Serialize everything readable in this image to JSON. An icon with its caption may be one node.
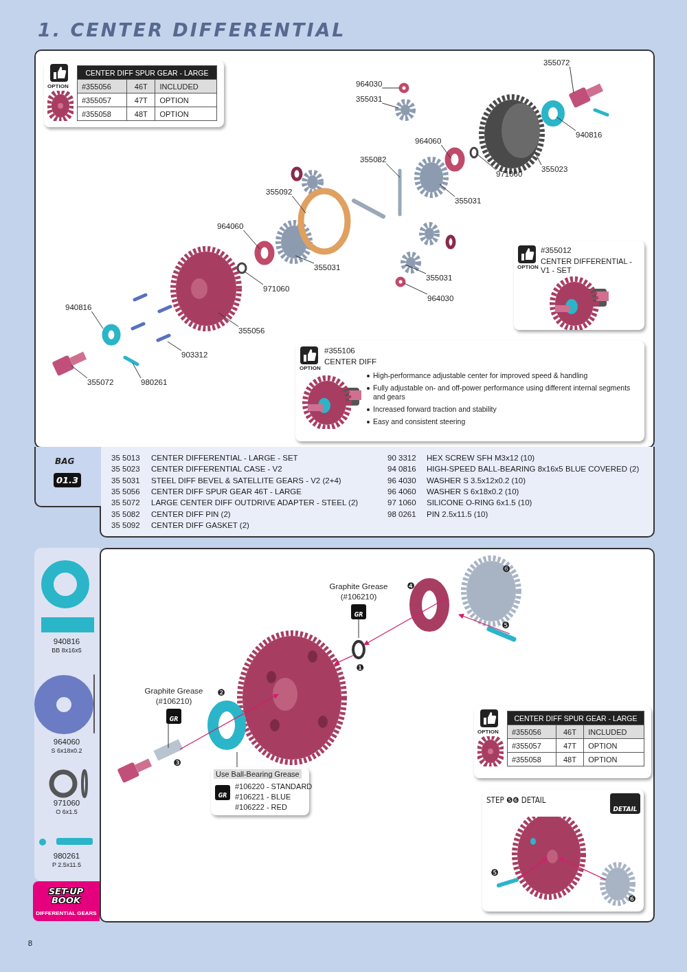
{
  "diagram": {
    "title": "1. CENTER DIFFERENTIAL",
    "nodes": [
      {
        "text": [
          "OPTION",
          "CENTER DIFF SPUR GEAR - LARGE",
          "#355056",
          "46T",
          "INCLUDED",
          "#355057",
          "47T",
          "OPTION",
          "#355058",
          "48T",
          "OPTION"
        ]
      },
      {
        "text": [
          "355072"
        ]
      },
      {
        "text": [
          "964030"
        ]
      },
      {
        "text": [
          "355031"
        ]
      },
      {
        "text": [
          "964060"
        ]
      },
      {
        "text": [
          "355082"
        ]
      },
      {
        "text": [
          "971060"
        ]
      },
      {
        "text": [
          "355023"
        ]
      },
      {
        "text": [
          "940816"
        ]
      },
      {
        "text": [
          "355031"
        ]
      },
      {
        "text": [
          "355092"
        ]
      },
      {
        "text": [
          "964060"
        ]
      },
      {
        "text": [
          "355031"
        ]
      },
      {
        "text": [
          "971060"
        ]
      },
      {
        "text": [
          "355031"
        ]
      },
      {
        "text": [
          "964030"
        ]
      },
      {
        "text": [
          "940816"
        ]
      },
      {
        "text": [
          "355056"
        ]
      },
      {
        "text": [
          "903312"
        ]
      },
      {
        "text": [
          "355072"
        ]
      },
      {
        "text": [
          "980261"
        ]
      },
      {
        "text": [
          "OPTION",
          "#355012",
          "CENTER DIFFERENTIAL - V1 - SET"
        ]
      },
      {
        "text": [
          "OPTION",
          "#355106",
          "CENTER DIFF",
          "High-performance adjustable center for improved speed & handling",
          "Fully adjustable on- and off-power performance using different internal segments and gears",
          "Increased forward traction and stability",
          "Easy and consistent steering"
        ]
      },
      {
        "text": [
          "BAG",
          "01.3"
        ]
      },
      {
        "text": [
          "Graphite Grease (#106210)",
          "GR"
        ]
      },
      {
        "text": [
          "Graphite Grease (#106210)",
          "GR"
        ]
      },
      {
        "text": [
          "Use Ball-Bearing Grease",
          "GR",
          "#106220 - STANDARD",
          "#106221 - BLUE",
          "#106222 - RED"
        ]
      },
      {
        "text": [
          "OPTION",
          "CENTER DIFF SPUR GEAR - LARGE",
          "#355056",
          "46T",
          "INCLUDED",
          "#355057",
          "47T",
          "OPTION",
          "#355058",
          "48T",
          "OPTION"
        ]
      },
      {
        "text": [
          "STEP ❺❻ DETAIL",
          "DETAIL"
        ]
      },
      {
        "text": [
          "SET-UP BOOK",
          "DIFFERENTIAL GEARS"
        ]
      }
    ],
    "edges": [
      {
        "from": 1,
        "to": null,
        "arrow": "none"
      },
      {
        "from": 2,
        "to": null,
        "arrow": "none"
      },
      {
        "from": 3,
        "to": null,
        "arrow": "none"
      },
      {
        "from": 4,
        "to": null,
        "arrow": "none"
      },
      {
        "from": 5,
        "to": null,
        "arrow": "none"
      },
      {
        "from": 6,
        "to": null,
        "arrow": "none"
      },
      {
        "from": 7,
        "to": null,
        "arrow": "none"
      },
      {
        "from": 8,
        "to": null,
        "arrow": "none"
      },
      {
        "from": 9,
        "to": null,
        "arrow": "none"
      },
      {
        "from": 10,
        "to": null,
        "arrow": "none"
      },
      {
        "from": 11,
        "to": null,
        "arrow": "none"
      },
      {
        "from": 12,
        "to": null,
        "arrow": "none"
      },
      {
        "from": 13,
        "to": null,
        "arrow": "none"
      },
      {
        "from": 14,
        "to": null,
        "arrow": "none"
      },
      {
        "from": 15,
        "to": null,
        "arrow": "none"
      },
      {
        "from": 16,
        "to": null,
        "arrow": "none"
      },
      {
        "from": 17,
        "to": null,
        "arrow": "none"
      },
      {
        "from": 18,
        "to": null,
        "arrow": "none"
      },
      {
        "from": 19,
        "to": null,
        "arrow": "none"
      },
      {
        "from": 20,
        "to": null,
        "arrow": "none"
      },
      {
        "from": 24,
        "to": null,
        "arrow": "none"
      },
      {
        "from": 25,
        "to": null,
        "arrow": "none"
      },
      {
        "from": 26,
        "to": null,
        "arrow": "none"
      }
    ],
    "labels": [
      "35 5013",
      "CENTER DIFFERENTIAL - LARGE - SET",
      "35 5023",
      "CENTER DIFFERENTIAL CASE - V2",
      "35 5031",
      "STEEL DIFF BEVEL & SATELLITE GEARS - V2 (2+4)",
      "35 5056",
      "CENTER DIFF SPUR GEAR 46T - LARGE",
      "35 5072",
      "LARGE CENTER DIFF OUTDRIVE ADAPTER - STEEL (2)",
      "35 5082",
      "CENTER DIFF PIN (2)",
      "35 5092",
      "CENTER DIFF GASKET (2)",
      "90 3312",
      "HEX SCREW  SFH M3x12  (10)",
      "94 0816",
      "HIGH-SPEED BALL-BEARING 8x16x5 BLUE COVERED  (2)",
      "96 4030",
      "WASHER S 3.5x12x0.2  (10)",
      "96 4060",
      "WASHER S 6x18x0.2  (10)",
      "97 1060",
      "SILICONE O-RING 6x1.5  (10)",
      "98 0261",
      "PIN 2.5x11.5  (10)",
      "940816",
      "BB 8x16x5",
      "964060",
      "S 6x18x0.2",
      "971060",
      "O 6x1.5",
      "980261",
      "P 2.5x11.5",
      "❻",
      "❹",
      "❺",
      "❶",
      "❷",
      "❸",
      "❺",
      "❻",
      "8"
    ]
  }
}
